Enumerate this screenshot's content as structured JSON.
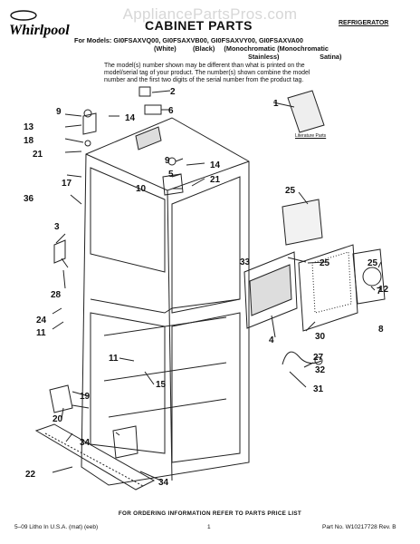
{
  "watermark": "AppliancePartsPros.com",
  "brand": "Whirlpool",
  "header": {
    "title": "CABINET PARTS",
    "category": "REFRIGERATOR",
    "models_label": "For Models:",
    "models": "GI0FSAXVQ00, GI0FSAXVB00, GI0FSAXVY00, GI0FSAXVA00",
    "variants": "(White)         (Black)     (Monochromatic (Monochromatic",
    "variants_line2": "Stainless)                      Satina)",
    "note": "The model(s) number shown may be different than what is printed on the model/serial tag of your product. The number(s) shown combine the model number and the first two digits of the serial number from the product tag."
  },
  "literature_label": "Literature Parts",
  "callouts": [
    "1",
    "2",
    "3",
    "4",
    "5",
    "6",
    "7",
    "8",
    "9",
    "9",
    "10",
    "11",
    "11",
    "12",
    "13",
    "14",
    "14",
    "15",
    "17",
    "18",
    "19",
    "20",
    "21",
    "21",
    "22",
    "24",
    "25",
    "25",
    "25",
    "27",
    "28",
    "30",
    "31",
    "32",
    "33",
    "34",
    "34",
    "36"
  ],
  "footer": {
    "order_info": "FOR ORDERING INFORMATION REFER TO PARTS PRICE LIST",
    "left": "5–09 Litho In U.S.A. (mat) (eeb)",
    "page": "1",
    "right": "Part No. W10217728 Rev. B"
  }
}
